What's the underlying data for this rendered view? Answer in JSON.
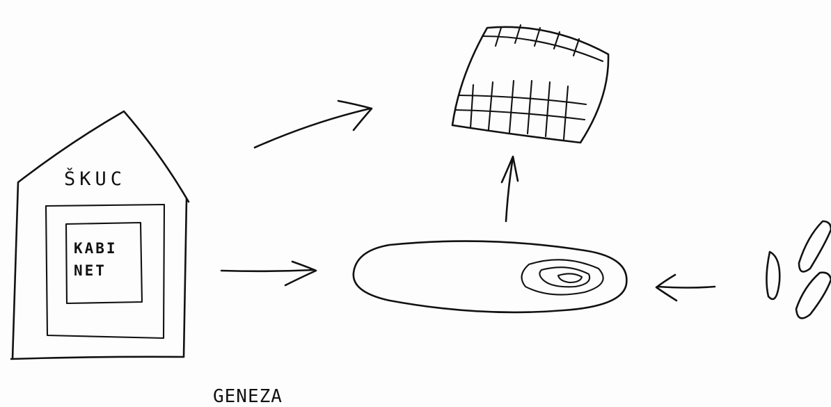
{
  "labels": {
    "skuc": "ŠKUC",
    "kabinet_line1": "KABI",
    "kabinet_line2": "NET",
    "geneza": "GENEZA"
  }
}
